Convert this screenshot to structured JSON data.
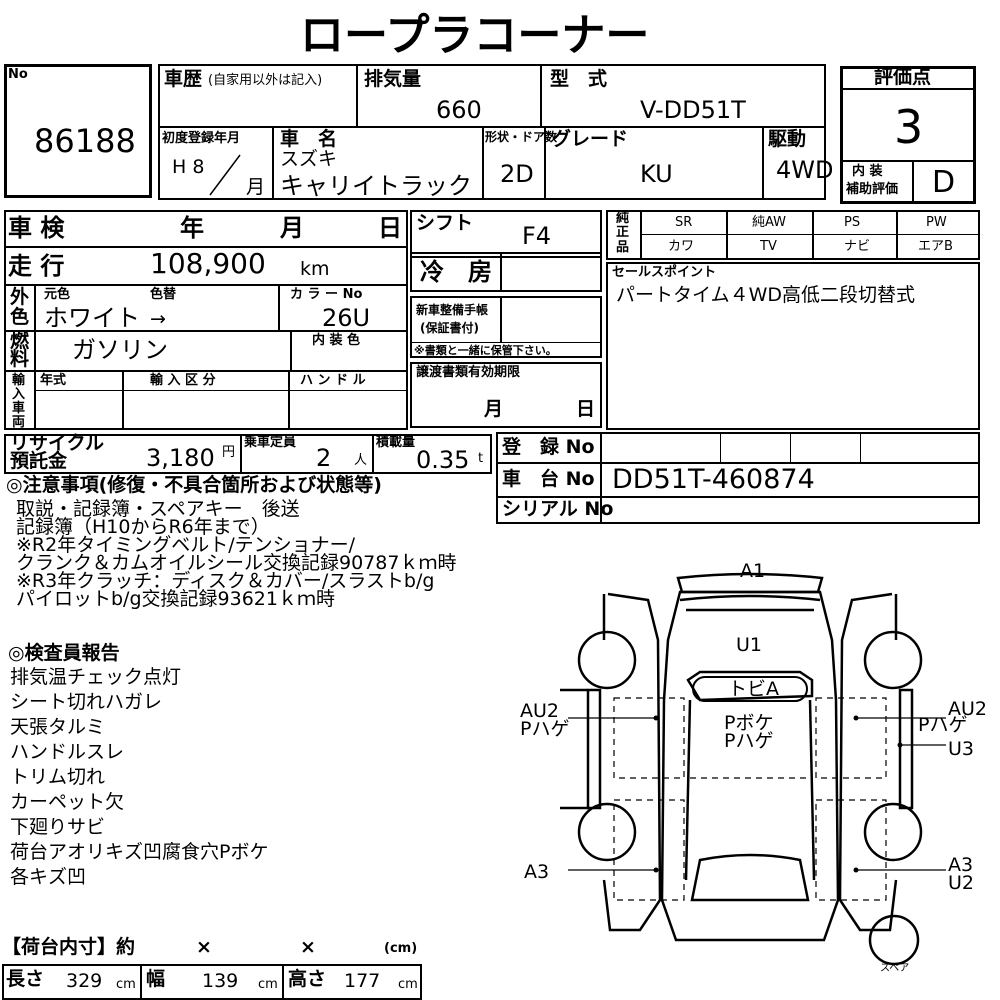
{
  "title": "ロープラコーナー",
  "lot": {
    "label": "No",
    "number": "86188"
  },
  "history": {
    "label": "車歴",
    "sub": "(自家用以外は記入)"
  },
  "displacement": {
    "label": "排気量",
    "value": "660"
  },
  "model": {
    "label": "型　式",
    "value": "V-DD51T"
  },
  "score": {
    "label": "評価点",
    "value": "3",
    "interior_label1": "内 装",
    "interior_label2": "補助評価",
    "interior_value": "D"
  },
  "first_reg": {
    "label": "初度登録年月",
    "era": "H 8",
    "month": "月"
  },
  "name": {
    "label": "車　名",
    "maker": "スズキ",
    "model": "キャリイトラック"
  },
  "body": {
    "label": "形状・ドア数",
    "value": "2D"
  },
  "grade": {
    "label": "グレード",
    "value": "KU"
  },
  "drive": {
    "label": "駆動",
    "value": "4WD"
  },
  "inspection": {
    "label": "車 検",
    "year": "年",
    "month": "月",
    "day": "日"
  },
  "shift": {
    "label": "シフト",
    "value": "F4"
  },
  "mileage": {
    "label": "走 行",
    "value": "108,900",
    "unit": "km"
  },
  "ac": {
    "label": "冷　房"
  },
  "color": {
    "outer1": "外",
    "outer2": "色",
    "orig_label": "元色",
    "change_label": "色替",
    "orig": "ホワイト",
    "arrow": "→",
    "code_label": "カ ラ ー No",
    "code": "26U",
    "interior_label": "内 装 色"
  },
  "fuel": {
    "l1": "燃",
    "l2": "料",
    "value": "ガソリン"
  },
  "maint": {
    "label1": "新車整備手帳",
    "label2": "(保証書付)",
    "note": "※書類と一緒に保管下さい。"
  },
  "equip": {
    "label1": "純",
    "label2": "正",
    "label3": "品",
    "row1": [
      "SR",
      "純AW",
      "PS",
      "PW"
    ],
    "row2": [
      "カワ",
      "TV",
      "ナビ",
      "エアB"
    ]
  },
  "sales": {
    "label": "セールスポイント",
    "text": "パートタイム４WD高低二段切替式"
  },
  "import": {
    "l1": "輸",
    "l2": "入",
    "l3": "車",
    "l4": "両",
    "year_label": "年式",
    "kind_label": "輸 入 区 分",
    "handle_label": "ハ ン ド ル"
  },
  "transfer": {
    "label": "譲渡書類有効期限",
    "month": "月",
    "day": "日"
  },
  "recycle": {
    "label1": "リサイクル",
    "label2": "預託金",
    "value": "3,180",
    "unit": "円"
  },
  "capacity": {
    "label": "乗車定員",
    "value": "2",
    "unit": "人"
  },
  "load": {
    "label": "積載量",
    "value": "0.35",
    "unit": "t"
  },
  "registration": {
    "label": "登　録 No"
  },
  "chassis": {
    "label": "車　台 No",
    "value": "DD51T-460874"
  },
  "serial": {
    "label": "シリアル No"
  },
  "notes": {
    "heading": "◎注意事項(修復・不具合箇所および状態等)",
    "lines": [
      "取説・記録簿・スペアキー　後送",
      "記録簿（H10からR6年まで）",
      "※R2年タイミングベルト/テンショナー/",
      "クランク＆カムオイルシール交換記録90787ｋｍ時",
      "※R3年クラッチ：ディスク＆カバー/スラストb/g",
      "パイロットb/g交換記録93621ｋｍ時"
    ]
  },
  "report": {
    "heading": "◎検査員報告",
    "lines": [
      "排気温チェック点灯",
      "シート切れハガレ",
      "天張タルミ",
      "ハンドルスレ",
      "トリム切れ",
      "カーペット欠",
      "下廻りサビ",
      "荷台アオリキズ凹腐食穴Pボケ",
      "各キズ凹"
    ]
  },
  "diagram": {
    "a1": "A1",
    "u1": "U1",
    "topia": "トビA",
    "pboke": "Pボケ",
    "phage": "Pハゲ",
    "au2": "AU2",
    "lphage": "Pハゲ",
    "rau2": "AU2",
    "rphage": "Pハゲ",
    "u3": "U3",
    "a3l": "A3",
    "a3r": "A3",
    "u2": "U2",
    "spare": "スペア"
  },
  "cargo": {
    "label": "【荷台内寸】約",
    "x1": "×",
    "x2": "×",
    "unit": "(cm)",
    "length_label": "長さ",
    "length": "329",
    "width_label": "幅",
    "width": "139",
    "height_label": "高さ",
    "height": "177",
    "cm": "cm"
  }
}
